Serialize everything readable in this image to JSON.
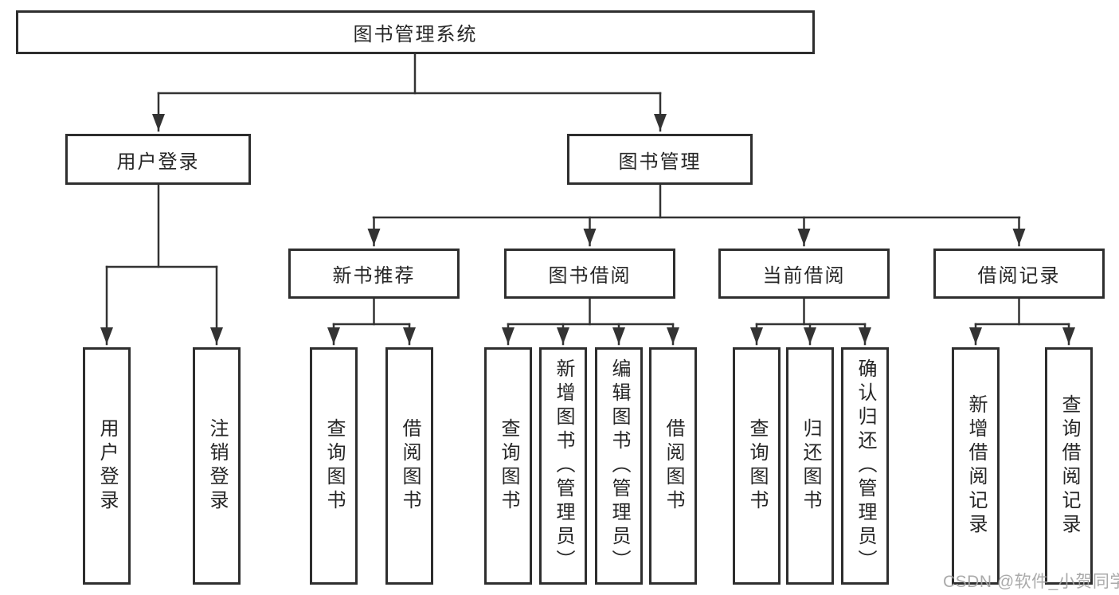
{
  "diagram": {
    "root": {
      "label": "图书管理系统"
    },
    "level2": [
      {
        "label": "用户登录"
      },
      {
        "label": "图书管理"
      }
    ],
    "level3": [
      {
        "label": "新书推荐"
      },
      {
        "label": "图书借阅"
      },
      {
        "label": "当前借阅"
      },
      {
        "label": "借阅记录"
      }
    ],
    "level4": {
      "user_login_children": [
        {
          "label": "用户登录"
        },
        {
          "label": "注销登录"
        }
      ],
      "new_book_children": [
        {
          "label": "查询图书"
        },
        {
          "label": "借阅图书"
        }
      ],
      "borrow_children": [
        {
          "label": "查询图书"
        },
        {
          "label": "新增图书（管理员）"
        },
        {
          "label": "编辑图书（管理员）"
        },
        {
          "label": "借阅图书"
        }
      ],
      "current_children": [
        {
          "label": "查询图书"
        },
        {
          "label": "归还图书"
        },
        {
          "label": "确认归还（管理员）"
        }
      ],
      "record_children": [
        {
          "label": "新增借阅记录"
        },
        {
          "label": "查询借阅记录"
        }
      ]
    },
    "watermark": "CSDN @软件_小贺同学",
    "colors": {
      "line": "#333333",
      "border": "#2e2e2e",
      "text": "#262626",
      "watermark": "#a3a3a3",
      "background": "#ffffff"
    }
  }
}
